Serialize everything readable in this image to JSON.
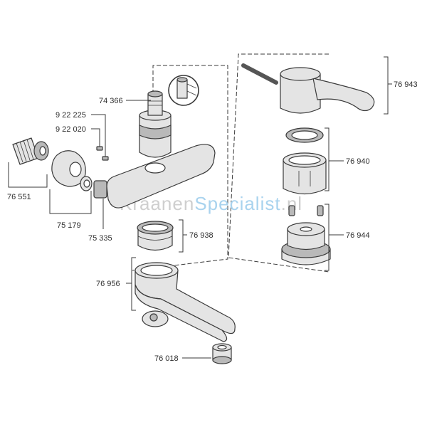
{
  "diagram": {
    "part_labels": {
      "p74366": "74 366",
      "p922225": "9 22 225",
      "p922020": "9 22 020",
      "p76551": "76 551",
      "p75179": "75 179",
      "p75335": "75 335",
      "p76938": "76 938",
      "p76956": "76 956",
      "p76018": "76 018",
      "p76943": "76 943",
      "p76940": "76 940",
      "p76944": "76 944"
    }
  },
  "watermark": {
    "part1": "Kraanen",
    "part2": "Specialist",
    "part3": ".nl"
  },
  "colors": {
    "line": "#3a3a3a",
    "part_fill": "#e4e4e4",
    "part_shade": "#b9b9b9",
    "watermark_gray": "#cfcfcf",
    "watermark_blue": "#a9d3ee"
  }
}
